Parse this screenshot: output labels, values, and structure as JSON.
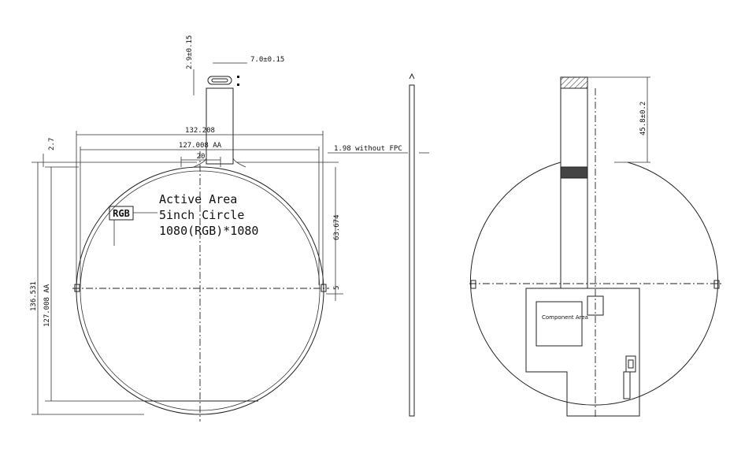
{
  "front_view": {
    "active_area_label": "Active Area",
    "size_label": "5inch Circle",
    "resolution_label": "1080(RGB)*1080",
    "rgb_label": "RGB",
    "dim_outline_width": "132.208",
    "dim_aa_width": "127.008 AA",
    "dim_fpc_width": "20",
    "dim_top_offset": "2.7",
    "dim_total_height": "136.531",
    "dim_aa_height": "127.008 AA",
    "dim_half_height": "63.674",
    "dim_notch": "5",
    "dim_tab_height": "2.9±0.15",
    "dim_tab_width": "7.0±0.15",
    "fpc_thickness_note": "1.98 without FPC"
  },
  "back_view": {
    "component_area_label": "Component Area",
    "dim_fpc_length": "45.8±0.2"
  }
}
